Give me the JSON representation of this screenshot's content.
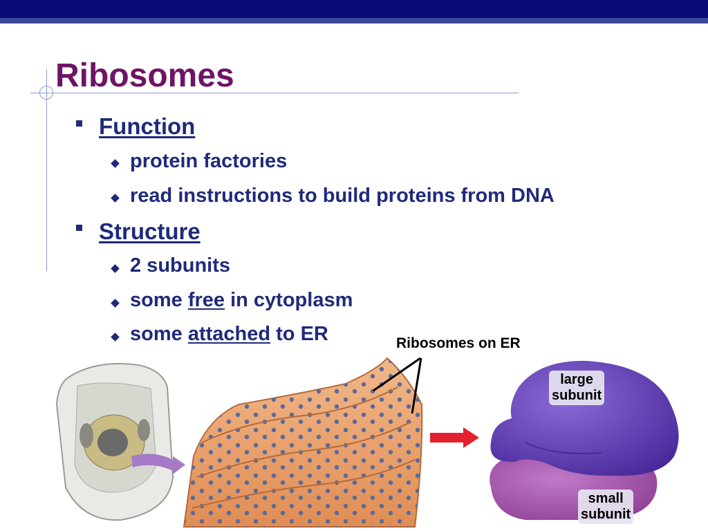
{
  "slide": {
    "title": "Ribosomes",
    "function": {
      "heading": "Function",
      "items": [
        "protein factories",
        "read instructions to build proteins from DNA"
      ]
    },
    "structure": {
      "heading": "Structure",
      "item1": "2 subunits",
      "item2": {
        "pre": "some ",
        "emph": "free",
        "post": " in cytoplasm"
      },
      "item3": {
        "pre": "some ",
        "emph": "attached",
        "post": " to ER"
      }
    }
  },
  "figure": {
    "er_label": "Ribosomes on ER",
    "large_line1": "large",
    "large_line2": "subunit",
    "small_line1": "small",
    "small_line2": "subunit"
  }
}
